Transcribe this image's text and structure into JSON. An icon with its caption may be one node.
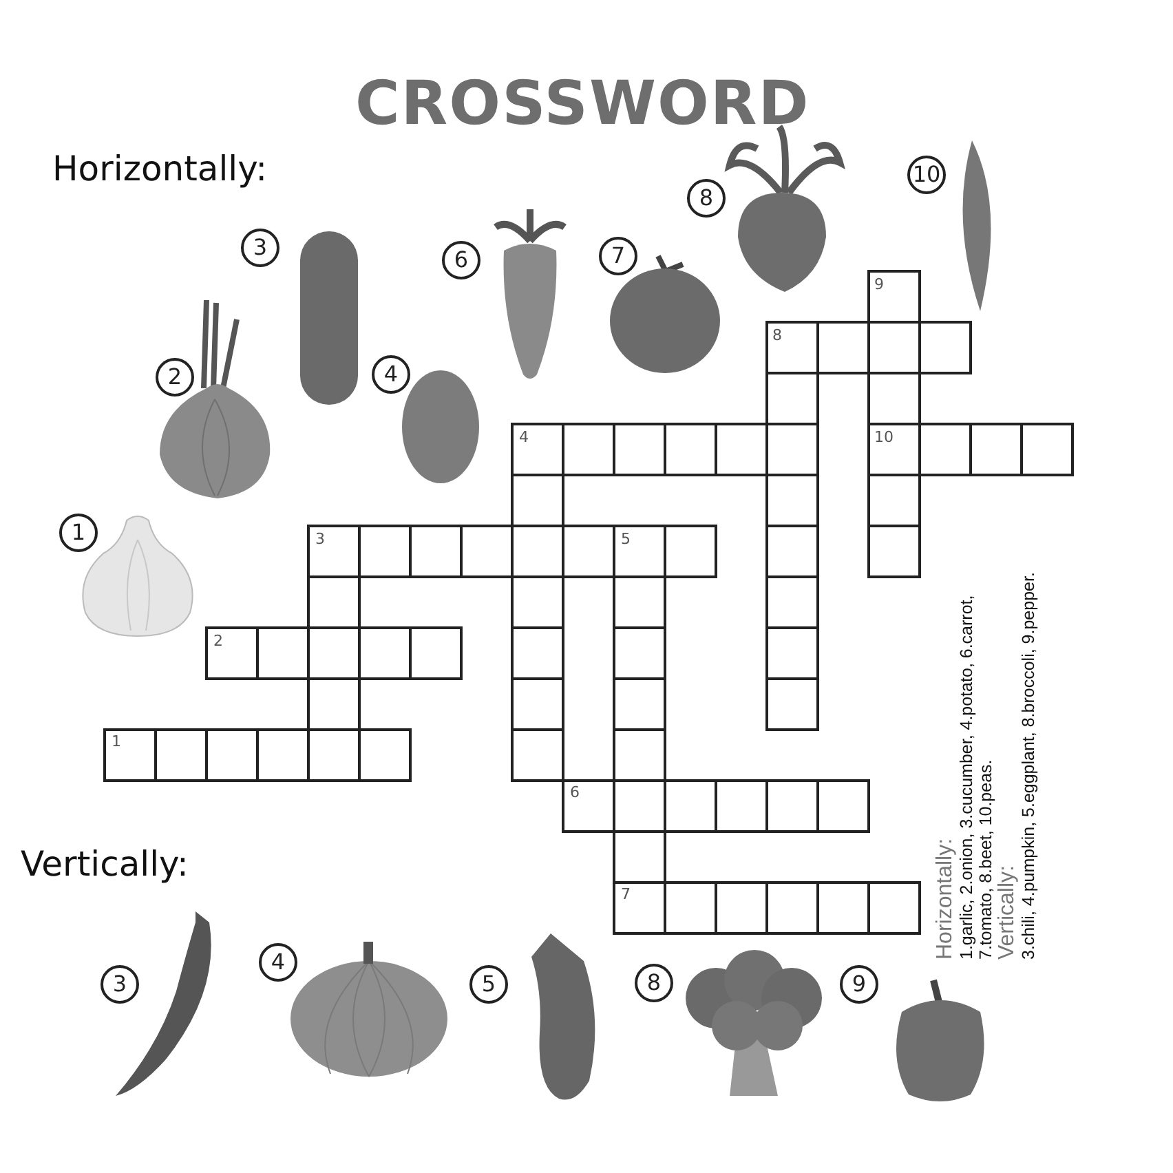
{
  "diagram": {
    "title": "CROSSWORD",
    "labels": [
      "Horizontally:",
      "3",
      "6",
      "7",
      "8",
      "10",
      "2",
      "4",
      "1",
      "9",
      "8",
      "4",
      "10",
      "3",
      "5",
      "2",
      "1",
      "6",
      "7",
      "Vertically:",
      "3",
      "4",
      "5",
      "8",
      "9",
      "Horizontally:",
      "1.garlic, 2.onion, 3.cucumber, 4.potato, 6.carrot, 7.tomato, 8.beet, 10.peas.",
      "Vertically:",
      "3.chili, 4.pumpkin, 5.eggplant, 8.broccoli, 9.pepper."
    ]
  }
}
